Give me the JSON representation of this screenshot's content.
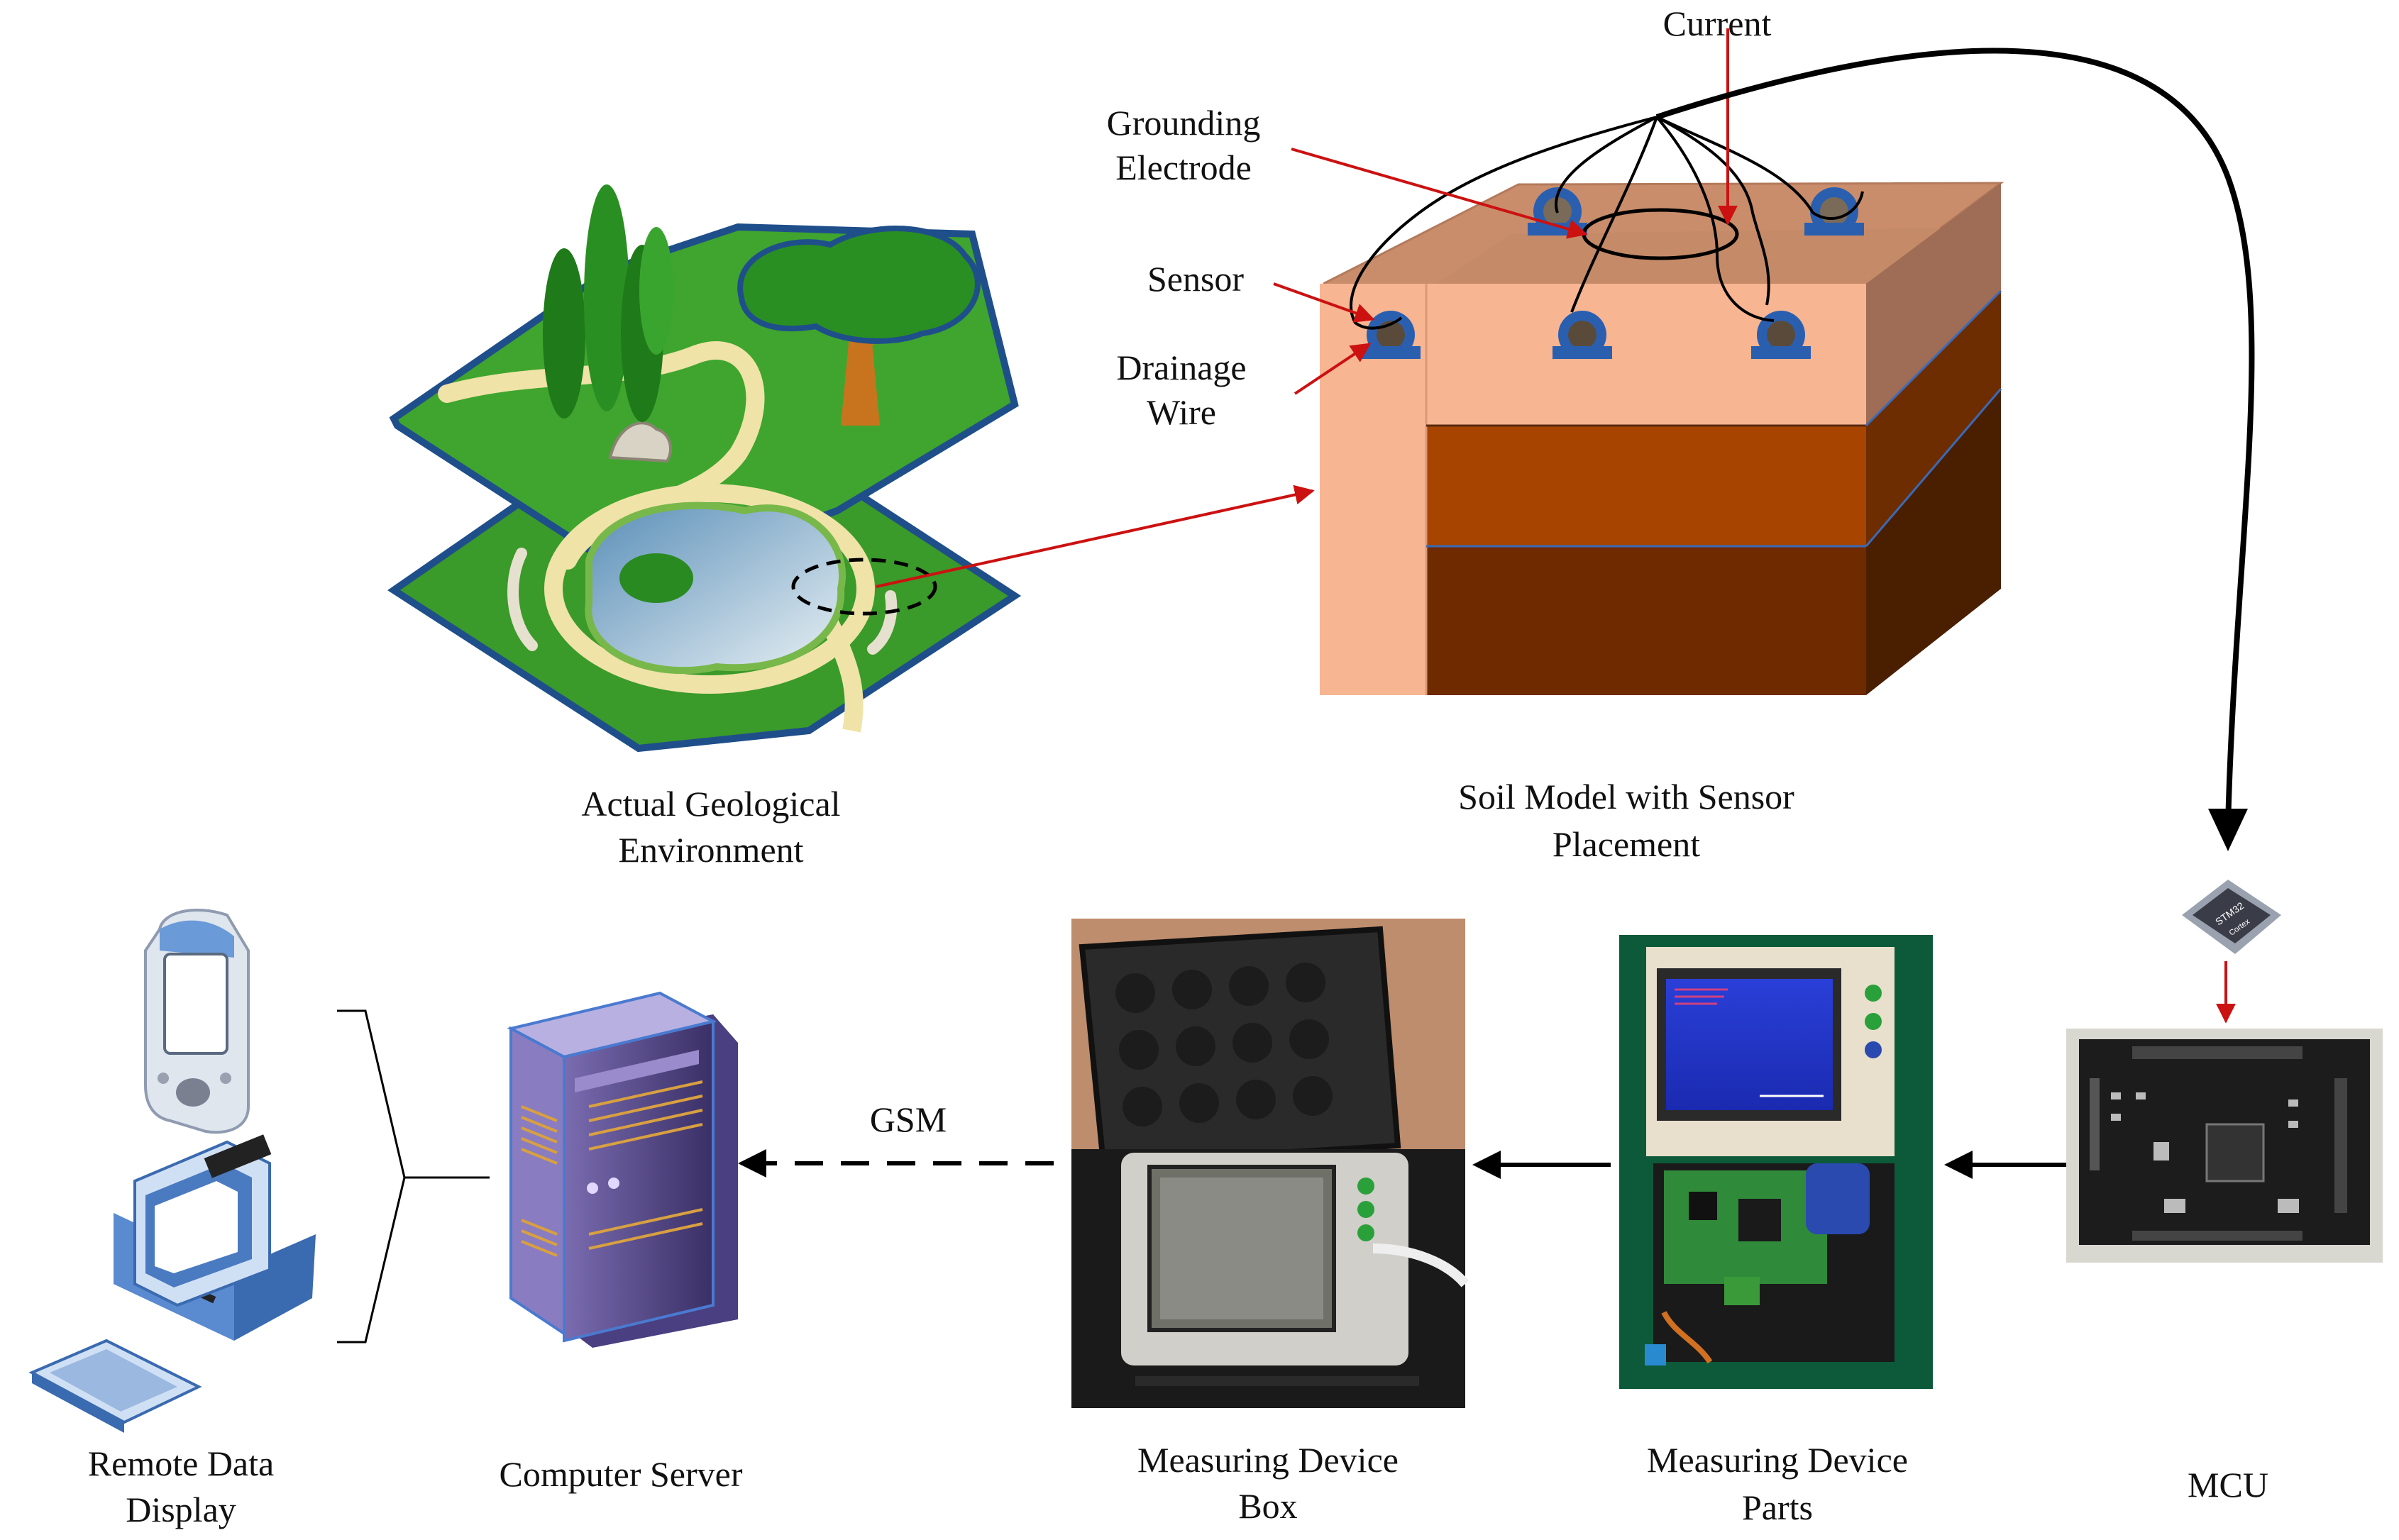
{
  "labels": {
    "current": "Current",
    "grounding_line1": "Grounding",
    "grounding_line2": "Electrode",
    "sensor": "Sensor",
    "drainage_line1": "Drainage",
    "drainage_line2": "Wire",
    "geo_line1": "Actual Geological",
    "geo_line2": "Environment",
    "soil_line1": "Soil Model with Sensor",
    "soil_line2": "Placement",
    "gsm": "GSM",
    "remote_line1": "Remote Data",
    "remote_line2": "Display",
    "server": "Computer Server",
    "box_line1": "Measuring Device",
    "box_line2": "Box",
    "parts_line1": "Measuring Device",
    "parts_line2": "Parts",
    "mcu": "MCU",
    "chip_brand": "STM32",
    "chip_sub": "Cortex"
  },
  "colors": {
    "arrow_red": "#cc1111",
    "grass": "#3a9a2a",
    "grass_edge": "#1f4f8a",
    "soil_top": "#c98d6b",
    "soil_light": "#f7b592",
    "soil_mid": "#a74400",
    "soil_dark": "#6f2a00",
    "server_purple": "#6a5a9a",
    "sensor_blue": "#2a5fb0"
  },
  "icons": [
    "tree-icon",
    "rock-icon",
    "pond-icon",
    "sensor-icon",
    "pda-icon",
    "desktop-pc-icon",
    "keyboard-icon",
    "server-icon",
    "chip-icon"
  ]
}
